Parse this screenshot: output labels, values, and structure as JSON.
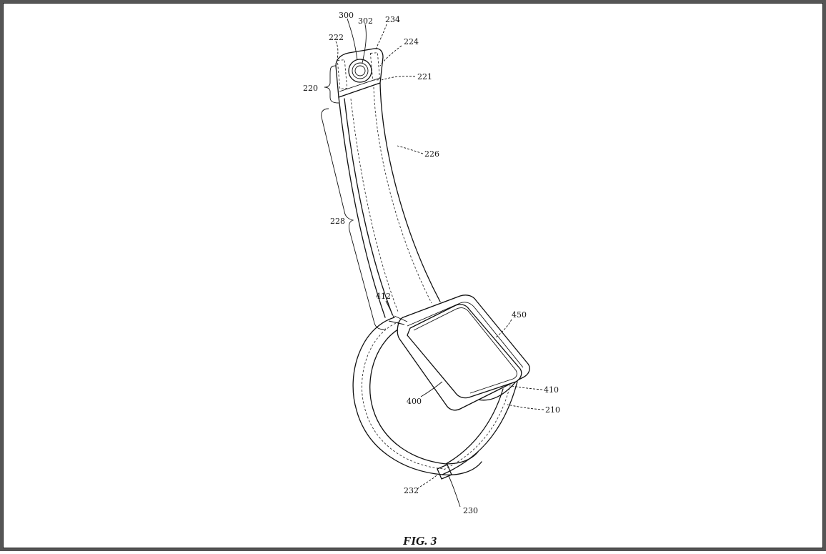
{
  "figure": {
    "title": "FIG. 3",
    "reference_numerals": {
      "r300": "300",
      "r302": "302",
      "r234": "234",
      "r222": "222",
      "r224": "224",
      "r221": "221",
      "r220": "220",
      "r226": "226",
      "r228": "228",
      "r412": "412",
      "r450": "450",
      "r400": "400",
      "r410": "410",
      "r210": "210",
      "r232": "232",
      "r230": "230"
    }
  }
}
